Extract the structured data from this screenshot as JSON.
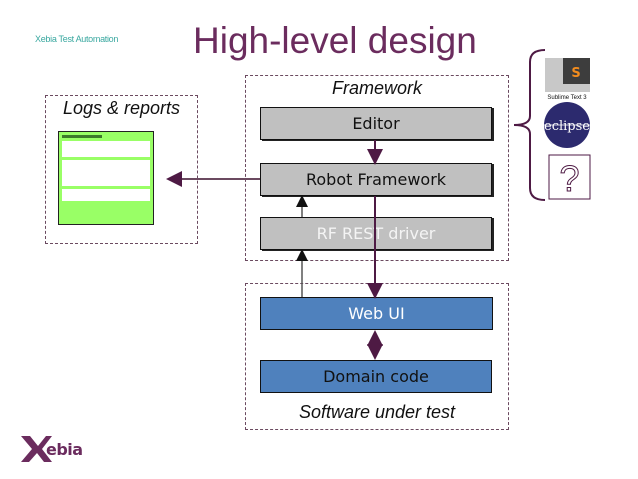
{
  "header": {
    "brand": "Xebia Test Automation",
    "title": "High-level design"
  },
  "groups": {
    "logs": "Logs & reports",
    "framework": "Framework",
    "sut": "Software under test"
  },
  "boxes": {
    "editor": "Editor",
    "robot": "Robot Framework",
    "driver": "RF REST driver",
    "webui": "Web UI",
    "domain": "Domain code"
  },
  "editors": {
    "sublime_label": "Sublime Text 3",
    "sublime_glyph": "S",
    "eclipse": "eclipse",
    "unknown": "?"
  },
  "logo": {
    "text": "Xebia"
  },
  "colors": {
    "title": "#6b2c5e",
    "arrow": "#4e1a44",
    "gray_box": "#c0c0c0",
    "blue_box": "#4f81bd",
    "report": "#99ff66",
    "brand": "#3aa8a0"
  }
}
